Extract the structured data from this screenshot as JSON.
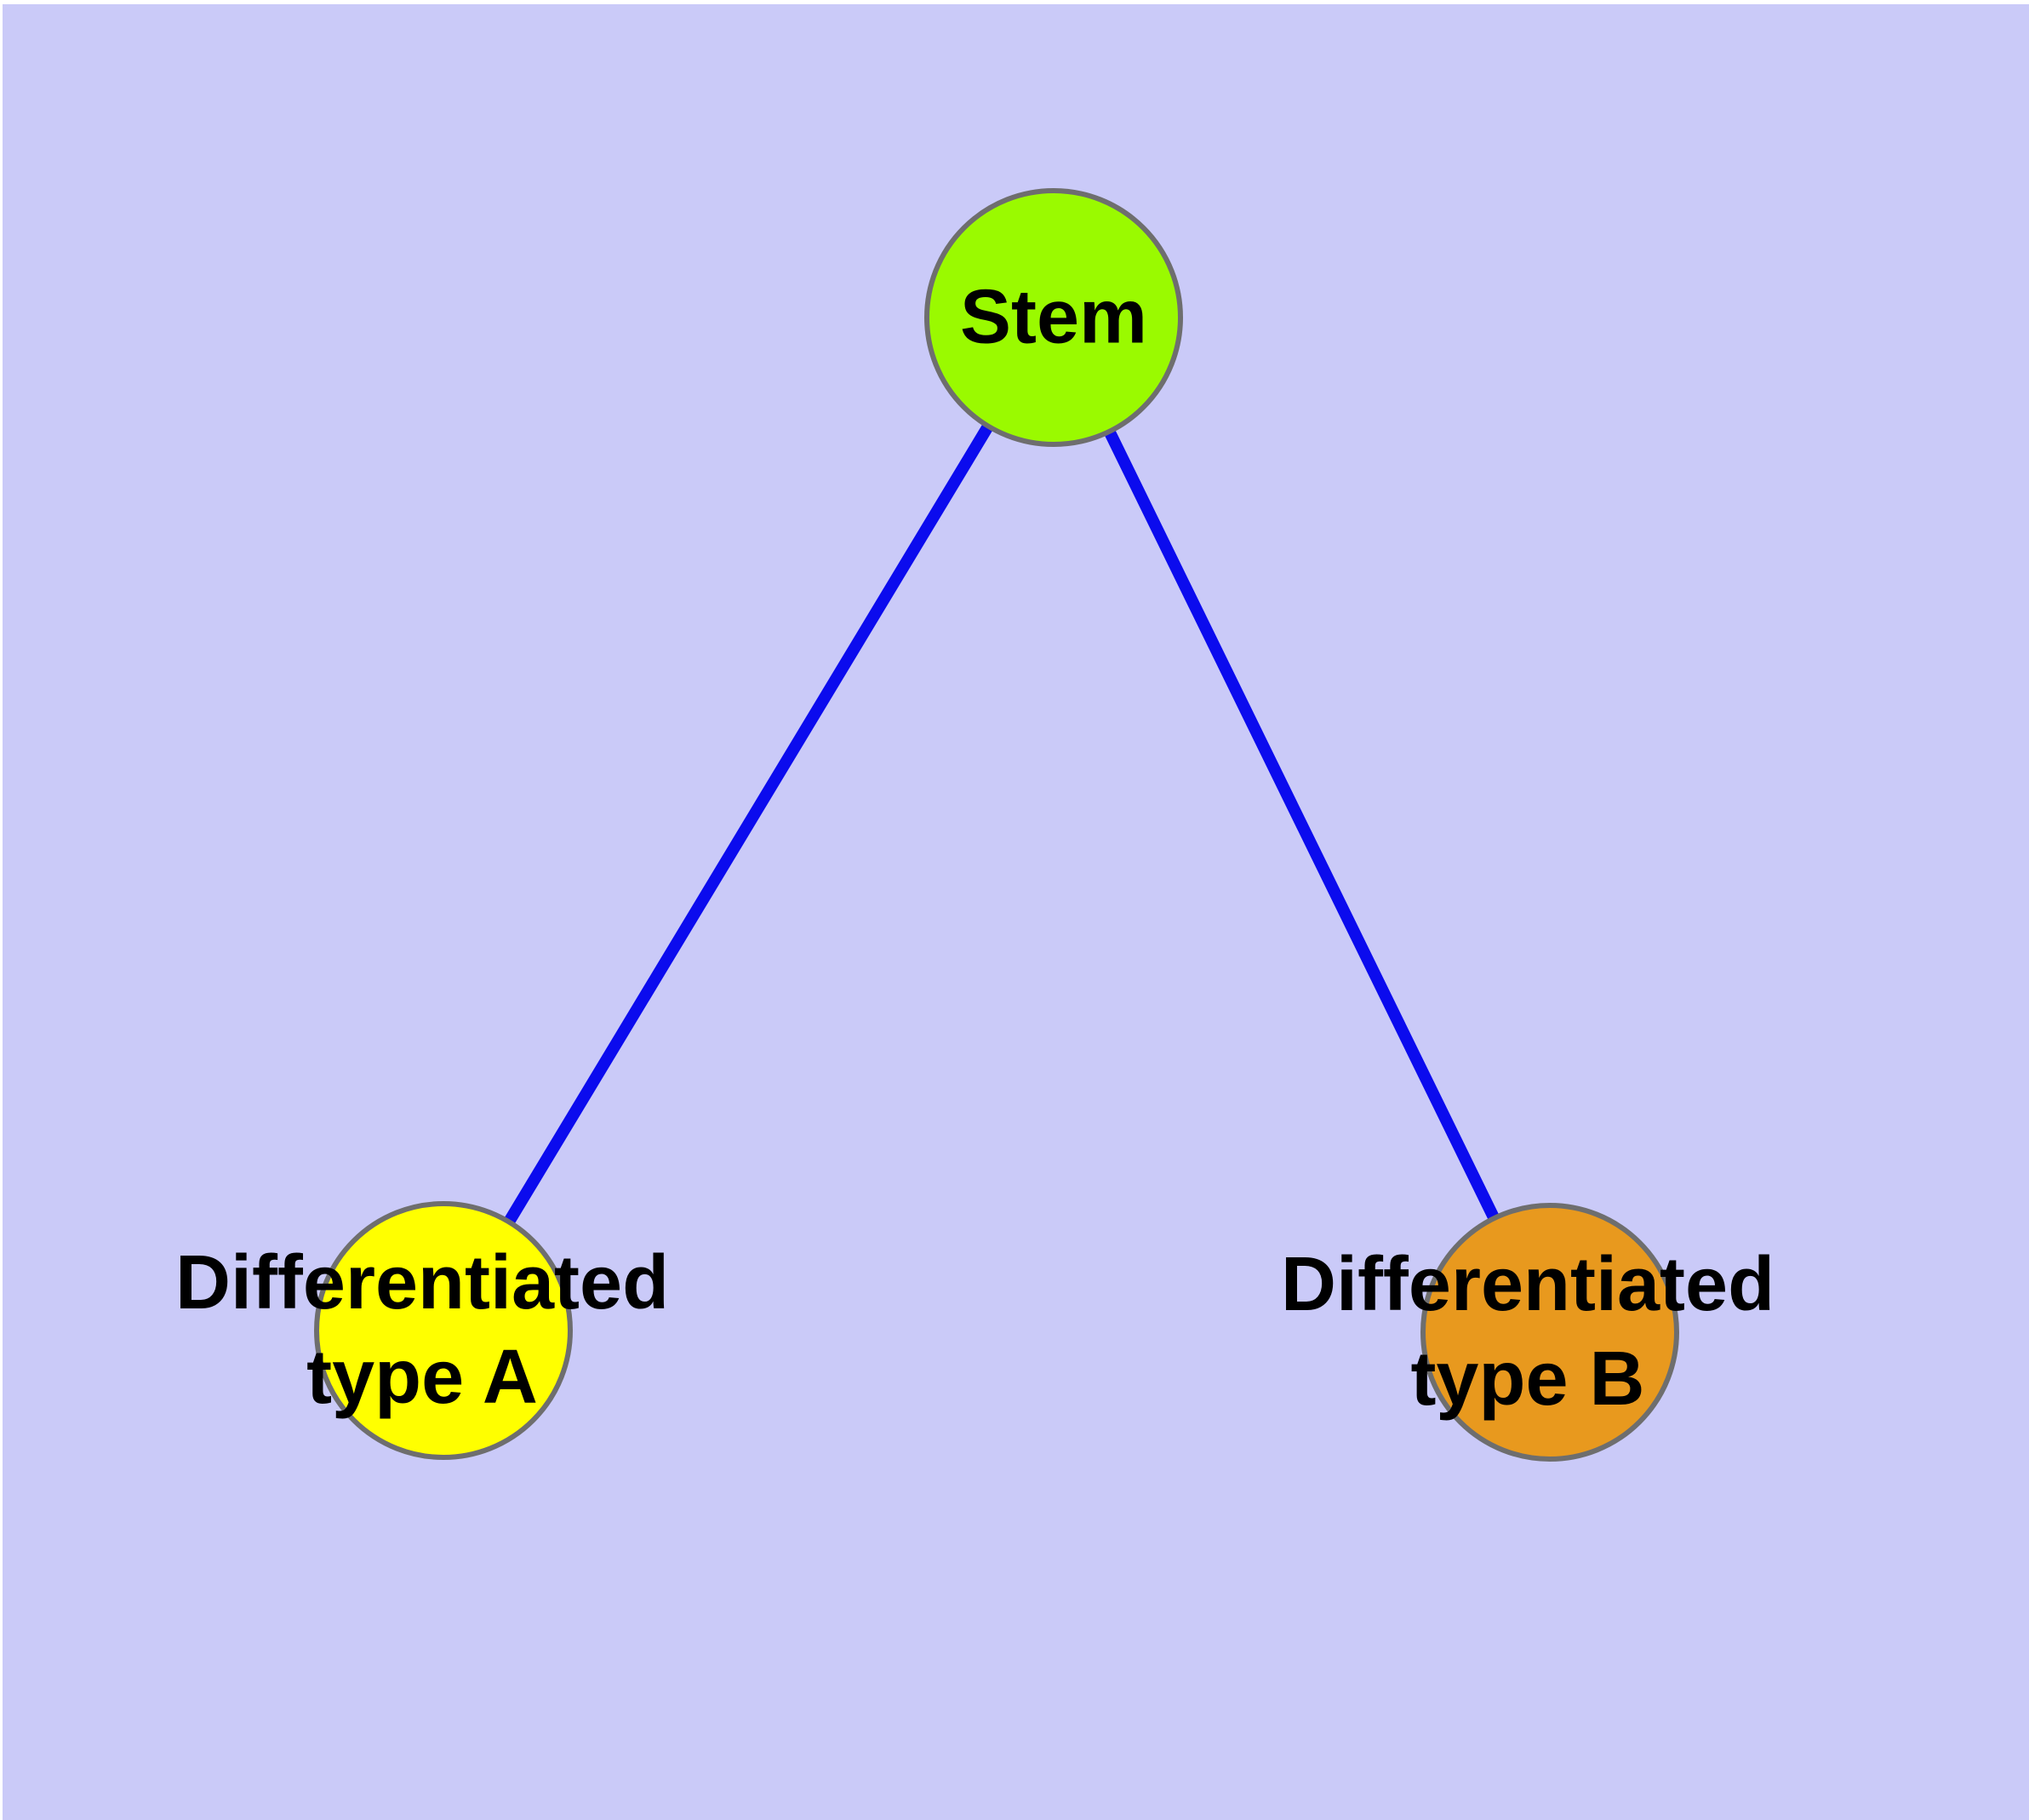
{
  "diagram": {
    "type": "graph",
    "background_color": "#cacaf8",
    "edge_color": "#0b0bee",
    "node_border_color": "#6e6e6e",
    "label_color": "#000000",
    "nodes": [
      {
        "id": "stem",
        "label": "Stem",
        "label_line1": "Stem",
        "color": "#9afa00"
      },
      {
        "id": "differentiated-type-a",
        "label": "Differentiated type A",
        "label_line1": "Differentiated",
        "label_line2": "type A",
        "color": "#ffff00"
      },
      {
        "id": "differentiated-type-b",
        "label": "Differentiated type B",
        "label_line1": "Differentiated",
        "label_line2": "type B",
        "color": "#e8991e"
      }
    ],
    "edges": [
      {
        "from": "Stem",
        "to": "Differentiated type A"
      },
      {
        "from": "Stem",
        "to": "Differentiated type B"
      }
    ]
  }
}
